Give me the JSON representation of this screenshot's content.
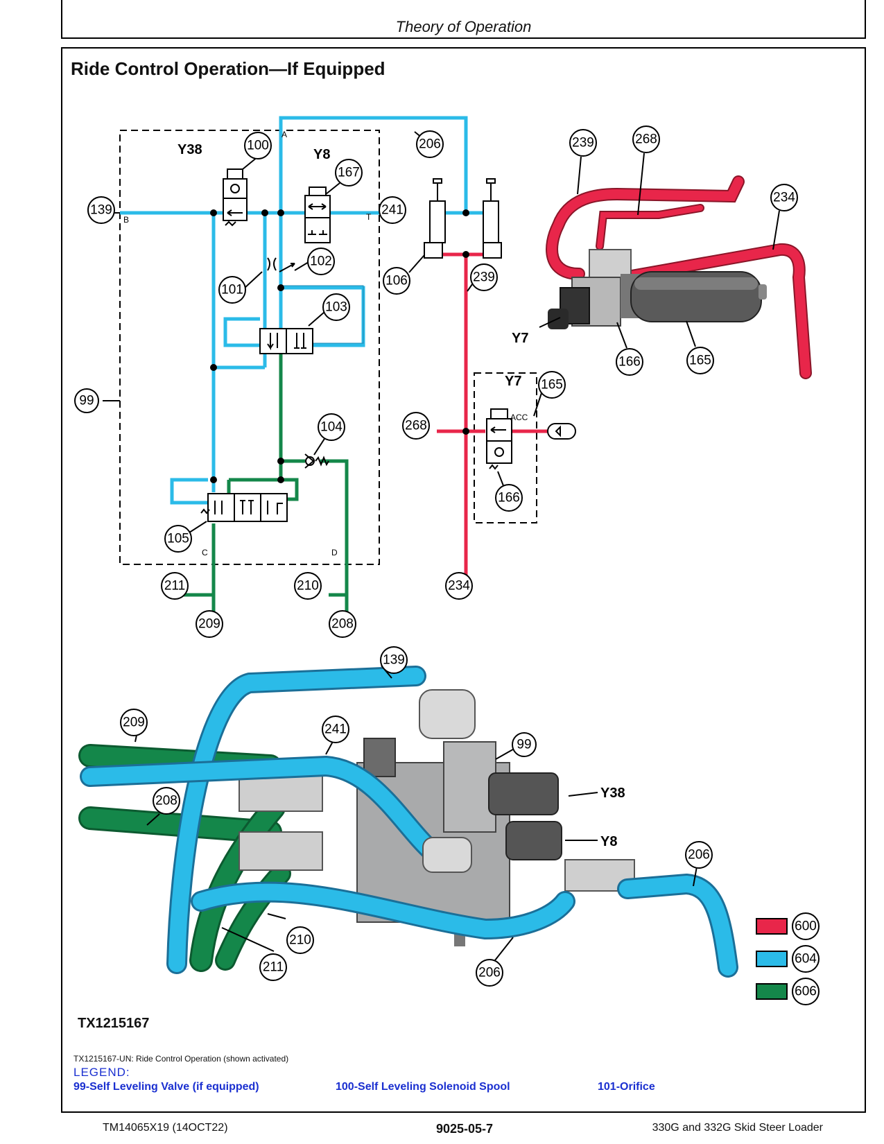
{
  "header": {
    "section": "Theory of Operation"
  },
  "page_title": "Ride Control Operation—If Equipped",
  "colors": {
    "red_600": "#e8264a",
    "blue_604": "#2bbbe8",
    "green_606": "#14874a"
  },
  "schematic": {
    "port_labels": {
      "a": "A",
      "b": "B",
      "t": "T",
      "c": "C",
      "d": "D",
      "acc": "ACC"
    },
    "component_labels": {
      "y38": "Y38",
      "y8": "Y8",
      "y7_schematic": "Y7",
      "y7_photo": "Y7"
    },
    "callouts": {
      "c100": "100",
      "c167": "167",
      "c139": "139",
      "c241": "241",
      "c206": "206",
      "c102": "102",
      "c101": "101",
      "c103": "103",
      "c99": "99",
      "c104": "104",
      "c105": "105",
      "c211": "211",
      "c210": "210",
      "c209": "209",
      "c208": "208",
      "c106": "106",
      "c239": "239",
      "c165": "165",
      "c268": "268",
      "c166": "166",
      "c234": "234"
    }
  },
  "accumulator_photo": {
    "callouts": {
      "c239": "239",
      "c268": "268",
      "c234": "234",
      "c166": "166",
      "c165": "165"
    }
  },
  "valve_photo": {
    "callouts": {
      "c139": "139",
      "c209": "209",
      "c241": "241",
      "c99": "99",
      "c208": "208",
      "c206a": "206",
      "c206b": "206",
      "c210": "210",
      "c211": "211"
    },
    "labels": {
      "y38": "Y38",
      "y8": "Y8"
    }
  },
  "color_legend": [
    "600",
    "604",
    "606"
  ],
  "figure_id": "TX1215167",
  "caption": "TX1215167-UN: Ride Control Operation (shown activated)",
  "legend": {
    "title": "LEGEND:",
    "items": [
      "99-Self Leveling Valve (if equipped)",
      "100-Self Leveling Solenoid Spool",
      "101-Orifice"
    ]
  },
  "footer": {
    "left": "TM14065X19 (14OCT22)",
    "center": "9025-05-7",
    "right": "330G and 332G Skid Steer Loader"
  }
}
